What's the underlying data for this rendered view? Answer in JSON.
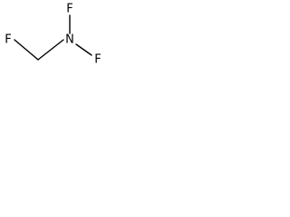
{
  "molecule": {
    "atoms": [
      {
        "id": "f1",
        "symbol": "F"
      },
      {
        "id": "c1",
        "symbol": ""
      },
      {
        "id": "n1",
        "symbol": "N"
      },
      {
        "id": "f2",
        "symbol": "F"
      },
      {
        "id": "f3",
        "symbol": "F"
      }
    ],
    "bonds": [
      {
        "from": "f1",
        "to": "c1",
        "order": 1
      },
      {
        "from": "c1",
        "to": "n1",
        "order": 1
      },
      {
        "from": "n1",
        "to": "f2",
        "order": 1
      },
      {
        "from": "n1",
        "to": "f3",
        "order": 1
      }
    ],
    "labels": {
      "f_left": "F",
      "n_center": "N",
      "f_top": "F",
      "f_right": "F"
    }
  },
  "colors": {
    "bond": "#000000",
    "text": "#000000",
    "background": "#ffffff"
  }
}
